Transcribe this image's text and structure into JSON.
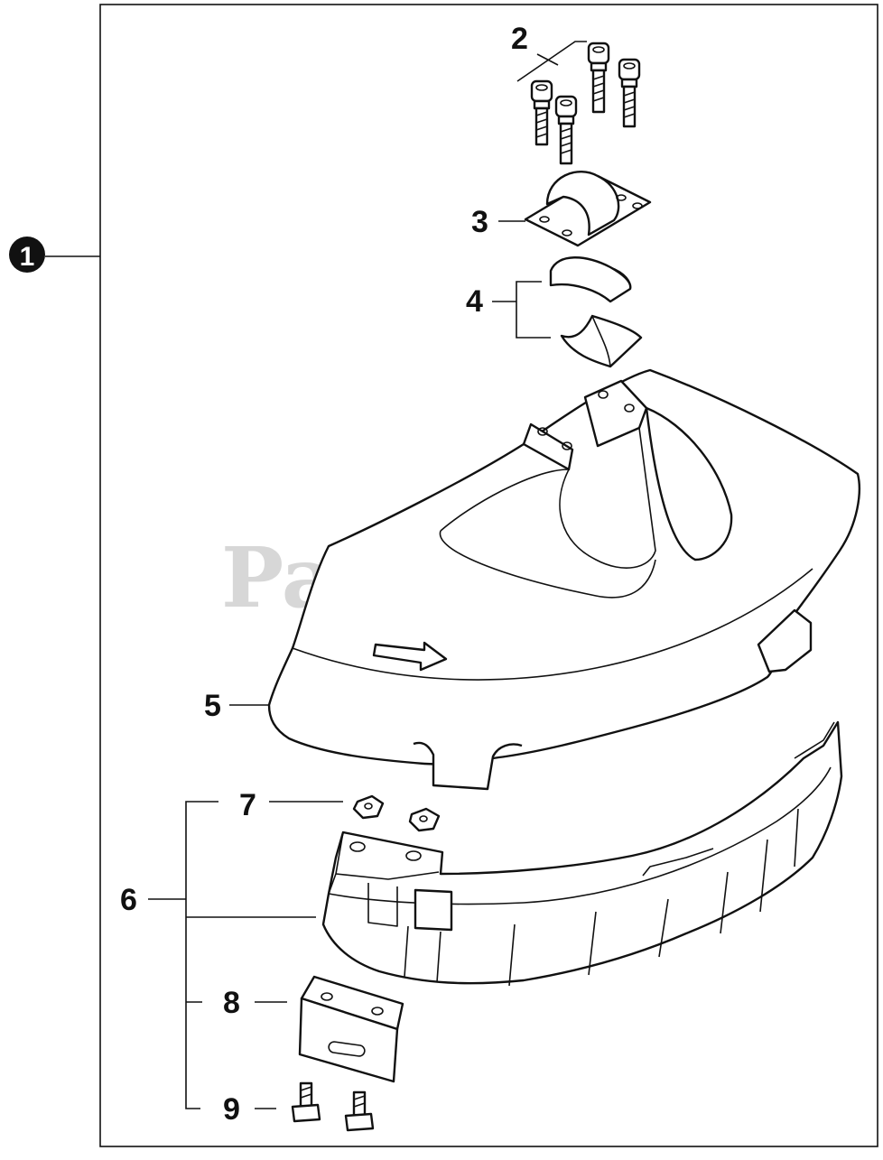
{
  "watermark": "PartsTree",
  "callouts": {
    "assembly": "1",
    "bolts_top": "2",
    "clamp": "3",
    "bushings": "4",
    "shield": "5",
    "extension": "6",
    "nuts": "7",
    "plate": "8",
    "bolts_bottom": "9"
  }
}
